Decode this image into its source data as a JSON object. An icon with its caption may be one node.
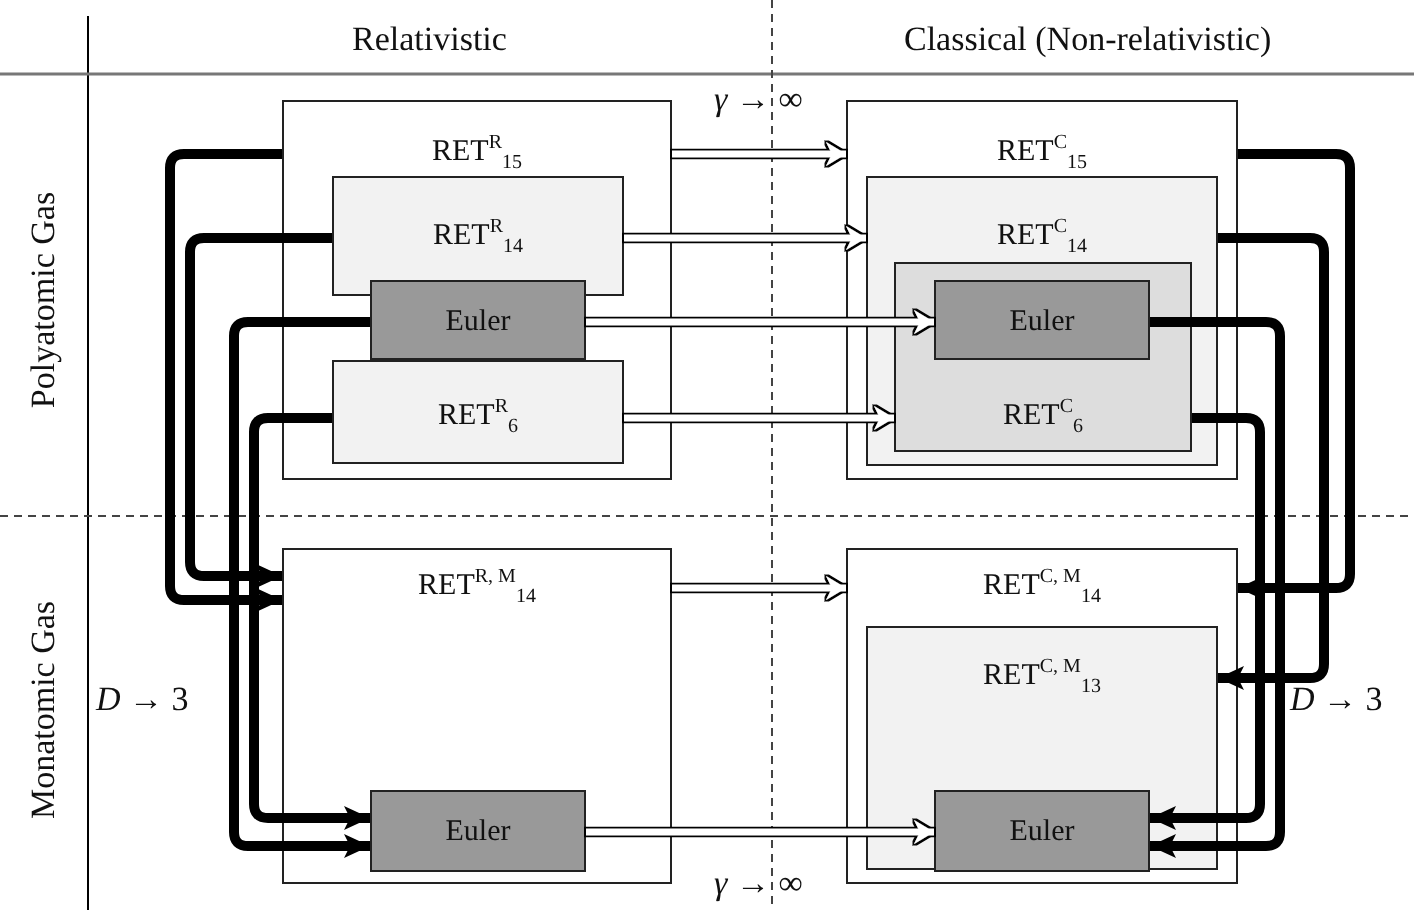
{
  "diagram": {
    "nodes": [
      {
        "text": [
          "RET$^{R}$$_{15}$"
        ]
      },
      {
        "text": [
          "RET$^{R}$$_{14}$"
        ],
        "in": 0
      },
      {
        "text": [
          "Euler"
        ],
        "in": 0
      },
      {
        "text": [
          "RET$^{R}$$_{6}$"
        ],
        "in": 0
      },
      {
        "text": [
          "RET$^{C}$$_{15}$"
        ]
      },
      {
        "text": [
          "RET$^{C}$$_{14}$"
        ],
        "in": 4
      },
      {
        "text": [
          "RET$^{C}$$_{6}$"
        ],
        "in": 5
      },
      {
        "text": [
          "Euler"
        ],
        "in": 6
      },
      {
        "text": [
          "RET$^{R, M}$$_{14}$"
        ]
      },
      {
        "text": [
          "Euler"
        ],
        "in": 8
      },
      {
        "text": [
          "RET$^{C, M}$$_{14}$"
        ]
      },
      {
        "text": [
          "RET$^{C, M}$$_{13}$"
        ],
        "in": 10
      },
      {
        "text": [
          "Euler"
        ],
        "in": 11
      }
    ],
    "edges": [
      {
        "from": 0,
        "to": 4,
        "arrow": "to",
        "color": "#ffffff"
      },
      {
        "from": 1,
        "to": 5,
        "arrow": "to",
        "color": "#ffffff"
      },
      {
        "from": 2,
        "to": 7,
        "arrow": "to",
        "color": "#ffffff"
      },
      {
        "from": 3,
        "to": 6,
        "arrow": "to",
        "color": "#ffffff"
      },
      {
        "from": 8,
        "to": 10,
        "arrow": "to",
        "color": "#ffffff"
      },
      {
        "from": 9,
        "to": 12,
        "arrow": "to",
        "color": "#ffffff"
      },
      {
        "from": 0,
        "to": 8,
        "arrow": "to"
      },
      {
        "from": 1,
        "to": 8,
        "arrow": "to"
      },
      {
        "from": 2,
        "to": 9,
        "arrow": "to"
      },
      {
        "from": 3,
        "to": 9,
        "arrow": "to"
      },
      {
        "from": 4,
        "to": 10,
        "arrow": "to"
      },
      {
        "from": 5,
        "to": 11,
        "arrow": "to"
      },
      {
        "from": 7,
        "to": 12,
        "arrow": "to"
      },
      {
        "from": 6,
        "to": 12,
        "arrow": "to"
      }
    ],
    "labels": [
      "Relativistic",
      "Classical (Non-relativistic)",
      "Polyatomic Gas",
      "*γ* → ∞",
      "Monatomic Gas",
      "*D* → 3",
      "*D* → 3",
      "*γ* → ∞"
    ]
  }
}
